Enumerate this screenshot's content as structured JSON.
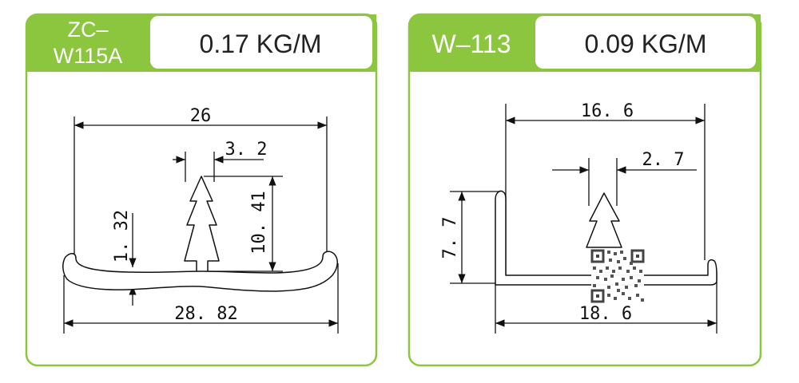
{
  "accent_color": "#8cc63f",
  "cards": [
    {
      "model_line1": "ZC–",
      "model_line2": "W115A",
      "weight": "0.17 KG/M",
      "dims": {
        "top_width": "26",
        "fin_width": "3. 2",
        "fin_height": "10. 41",
        "base_thickness": "1. 32",
        "total_width": "28. 82"
      }
    },
    {
      "model": "W–113",
      "weight": "0.09 KG/M",
      "dims": {
        "inner_width": "16. 6",
        "fin_width": "2. 7",
        "wall_height": "7. 7",
        "total_width": "18. 6"
      }
    }
  ]
}
